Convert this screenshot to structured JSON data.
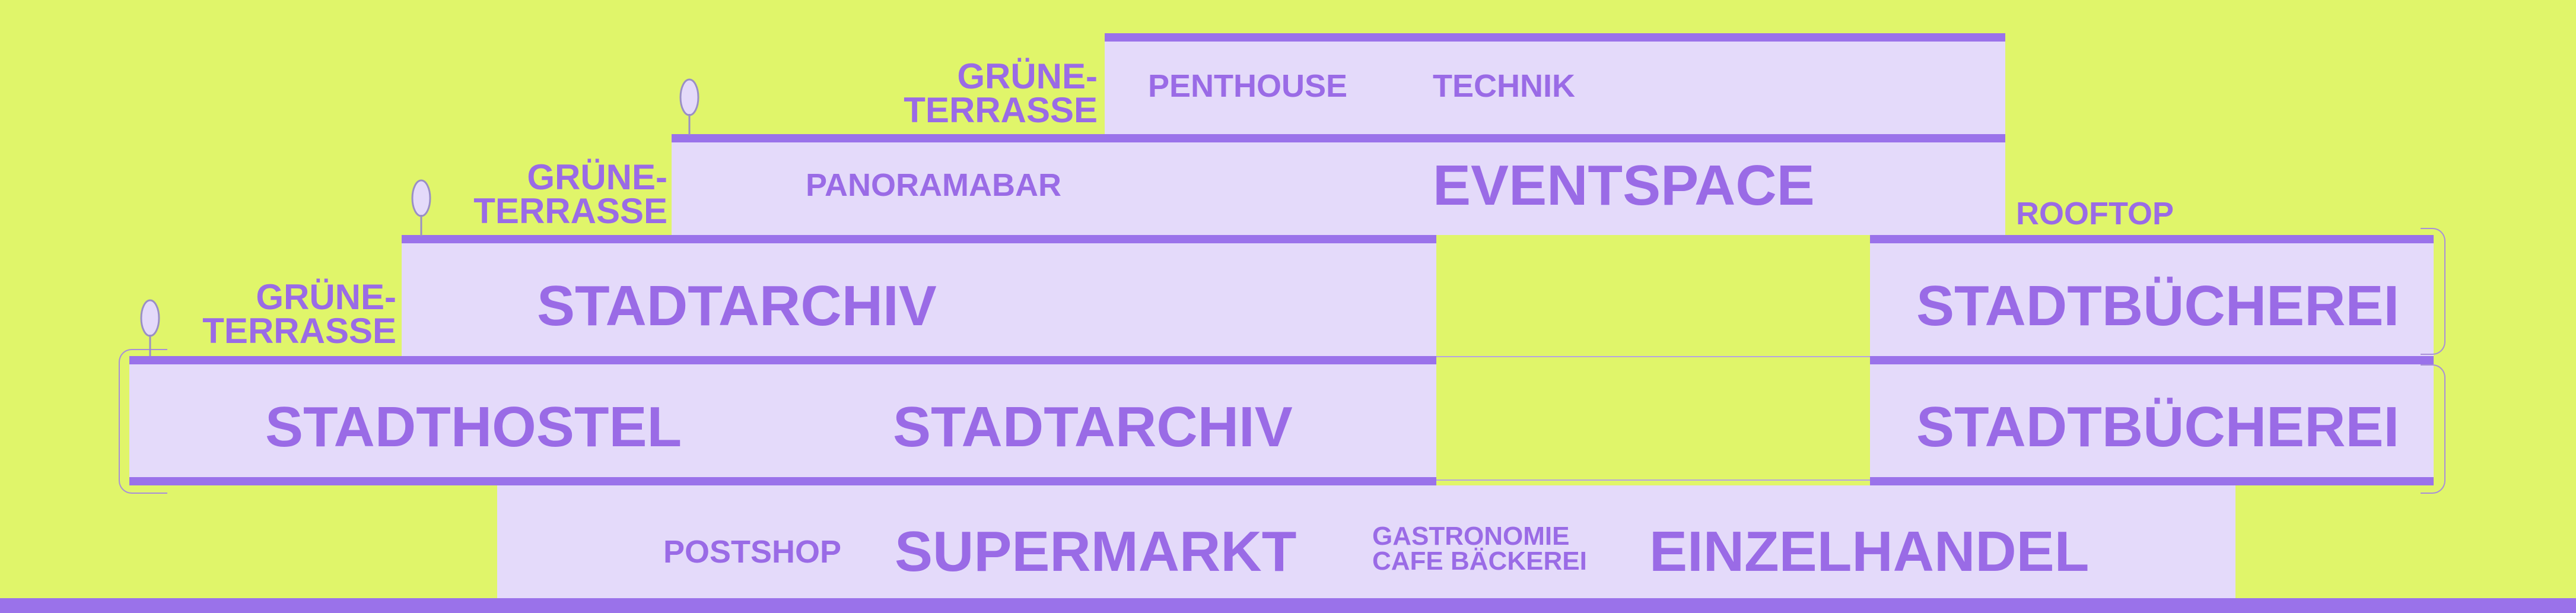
{
  "colors": {
    "background": "#e0f56a",
    "block_fill": "#e4dafa",
    "slab": "#9a72ea",
    "label": "#9a6be6"
  },
  "floors": {
    "level6": {
      "penthouse": "PENTHOUSE",
      "technik": "TECHNIK"
    },
    "level5": {
      "panoramabar": "PANORAMABAR",
      "eventspace": "EVENTSPACE",
      "rooftop": "ROOFTOP"
    },
    "level4": {
      "stadtarchiv": "STADTARCHIV",
      "stadtbuecherei": "STADTBÜCHEREI"
    },
    "level3": {
      "stadthostel": "STADTHOSTEL",
      "stadtarchiv": "STADTARCHIV",
      "stadtbuecherei": "STADTBÜCHEREI"
    },
    "ground": {
      "postshop": "POSTSHOP",
      "supermarkt": "SUPERMARKT",
      "gastronomie_line1": "GASTRONOMIE",
      "gastronomie_line2": "CAFE BÄCKEREI",
      "einzelhandel": "EINZELHANDEL"
    }
  },
  "terraces": [
    {
      "line1": "GRÜNE-",
      "line2": "TERRASSE",
      "icon": "tree-icon"
    },
    {
      "line1": "GRÜNE-",
      "line2": "TERRASSE",
      "icon": "tree-icon"
    },
    {
      "line1": "GRÜNE-",
      "line2": "TERRASSE",
      "icon": "tree-icon"
    }
  ]
}
